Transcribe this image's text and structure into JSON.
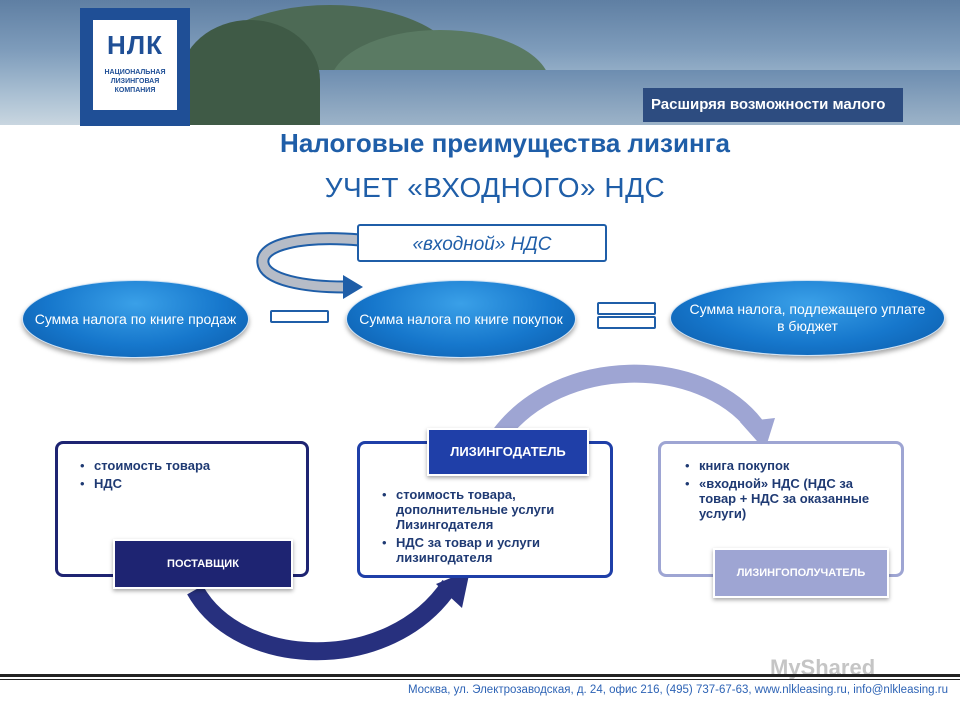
{
  "header": {
    "logo_mark": "НЛК",
    "logo_text": "НАЦИОНАЛЬНАЯ ЛИЗИНГОВАЯ КОМПАНИЯ",
    "slogan": "Расширяя возможности малого бизнеса"
  },
  "title": "Налоговые преимущества лизинга",
  "subtitle": "УЧЕТ «ВХОДНОГО» НДС",
  "formula": {
    "input_vat": "«входной» НДС",
    "sales_tax": "Сумма налога по книге продаж",
    "purchase_tax": "Сумма налога по книге покупок",
    "budget_tax": "Сумма налога, подлежащего уплате в бюджет"
  },
  "parties": [
    {
      "tag": "ПОСТАВЩИК",
      "items": [
        "стоимость товара",
        "НДС"
      ]
    },
    {
      "tag": "ЛИЗИНГОДАТЕЛЬ",
      "items": [
        "стоимость товара, дополнительные услуги Лизингодателя",
        "НДС за товар и услуги лизингодателя"
      ]
    },
    {
      "tag": "ЛИЗИНГОПОЛУЧАТЕЛЬ",
      "items": [
        "книга покупок",
        "«входной» НДС (НДС за товар + НДС за оказанные услуги)"
      ]
    }
  ],
  "footer": "Москва, ул. Электрозаводская, д. 24, офис 216, (495) 737-67-63, www.nlkleasing.ru, info@nlkleasing.ru",
  "watermark": "MyShared",
  "colors": {
    "title_blue": "#1f5ea8",
    "supplier_navy": "#1e2472",
    "lessor_blue": "#1f3fa8",
    "lessee_lilac": "#9ea5d3"
  }
}
